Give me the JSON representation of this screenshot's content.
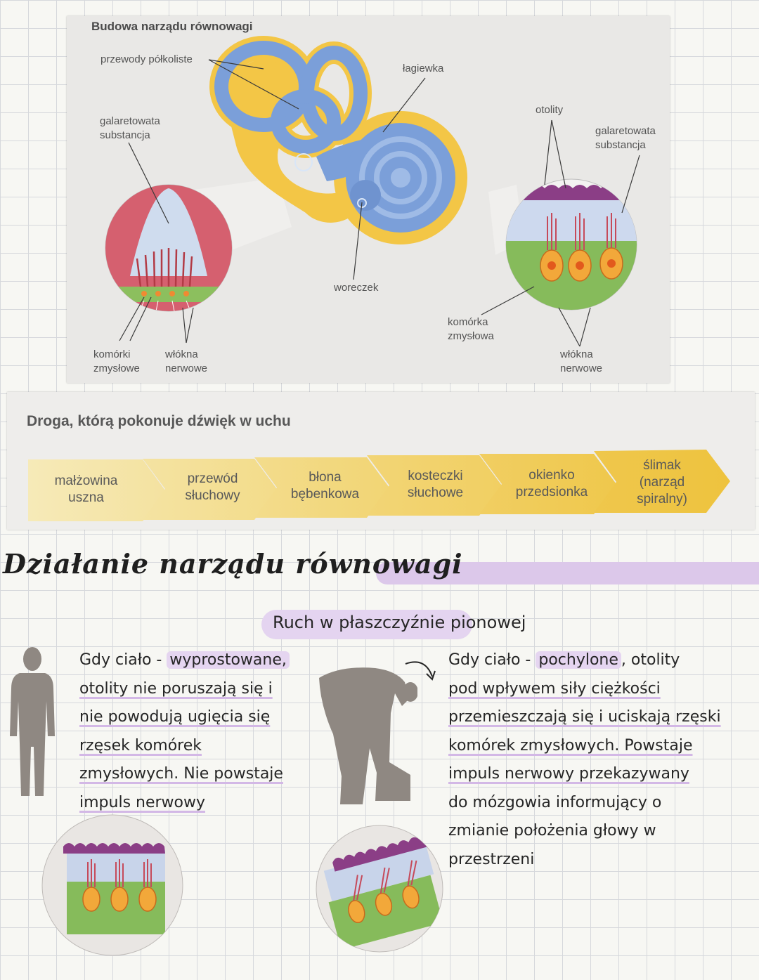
{
  "diagram_top": {
    "title": "Budowa narządu równowagi",
    "labels": {
      "semicircular": "przewody półkoliste",
      "utricle": "łagiewka",
      "gel_left": [
        "galaretowata",
        "substancja"
      ],
      "otoliths": "otolity",
      "gel_right": [
        "galaretowata",
        "substancja"
      ],
      "saccule": "woreczek",
      "receptor_cell": [
        "komórka",
        "zmysłowa"
      ],
      "sensory_cells": [
        "komórki",
        "zmysłowe"
      ],
      "nerve_left": [
        "włókna",
        "nerwowe"
      ],
      "nerve_right": [
        "włókna",
        "nerwowe"
      ]
    }
  },
  "sound_path": {
    "title": "Droga, którą pokonuje dźwięk w uchu",
    "steps": [
      [
        "małżowina",
        "uszna"
      ],
      [
        "przewód",
        "słuchowy"
      ],
      [
        "błona",
        "bębenkowa"
      ],
      [
        "kosteczki",
        "słuchowe"
      ],
      [
        "okienko",
        "przedsionka"
      ],
      [
        "ślimak",
        "(narząd",
        "spiralny)"
      ]
    ]
  },
  "notes": {
    "title": "Działanie narządu równowagi",
    "subtitle": "Ruch w płaszczyźnie pionowej",
    "left": {
      "l1_a": "Gdy ciało - ",
      "l1_hl": "wyprostowane,",
      "l2": "otolity nie poruszają się i",
      "l3": "nie powodują ugięcia się",
      "l4": "rzęsek komórek",
      "l5": "zmysłowych. Nie powstaje",
      "l6": "impuls nerwowy"
    },
    "right": {
      "l1_a": "Gdy ciało - ",
      "l1_hl": "pochylone",
      "l1_b": ", otolity",
      "l2": "pod wpływem siły ciężkości",
      "l3": "przemieszczają się i uciskają rzęski",
      "l4": "komórek zmysłowych. Powstaje",
      "l5": "impuls nerwowy przekazywany",
      "l6": "do mózgowia informujący o",
      "l7": "zmianie położenia głowy w",
      "l8": "przestrzeni"
    }
  },
  "colors": {
    "highlight": "#dcc8ea",
    "endolymph_blue": "#7d9fd6",
    "membrane_yellow": "#f2c84a",
    "hair_red": "#c64a5a",
    "otolith_purple": "#8a3f86",
    "support_green": "#7fb65a"
  }
}
